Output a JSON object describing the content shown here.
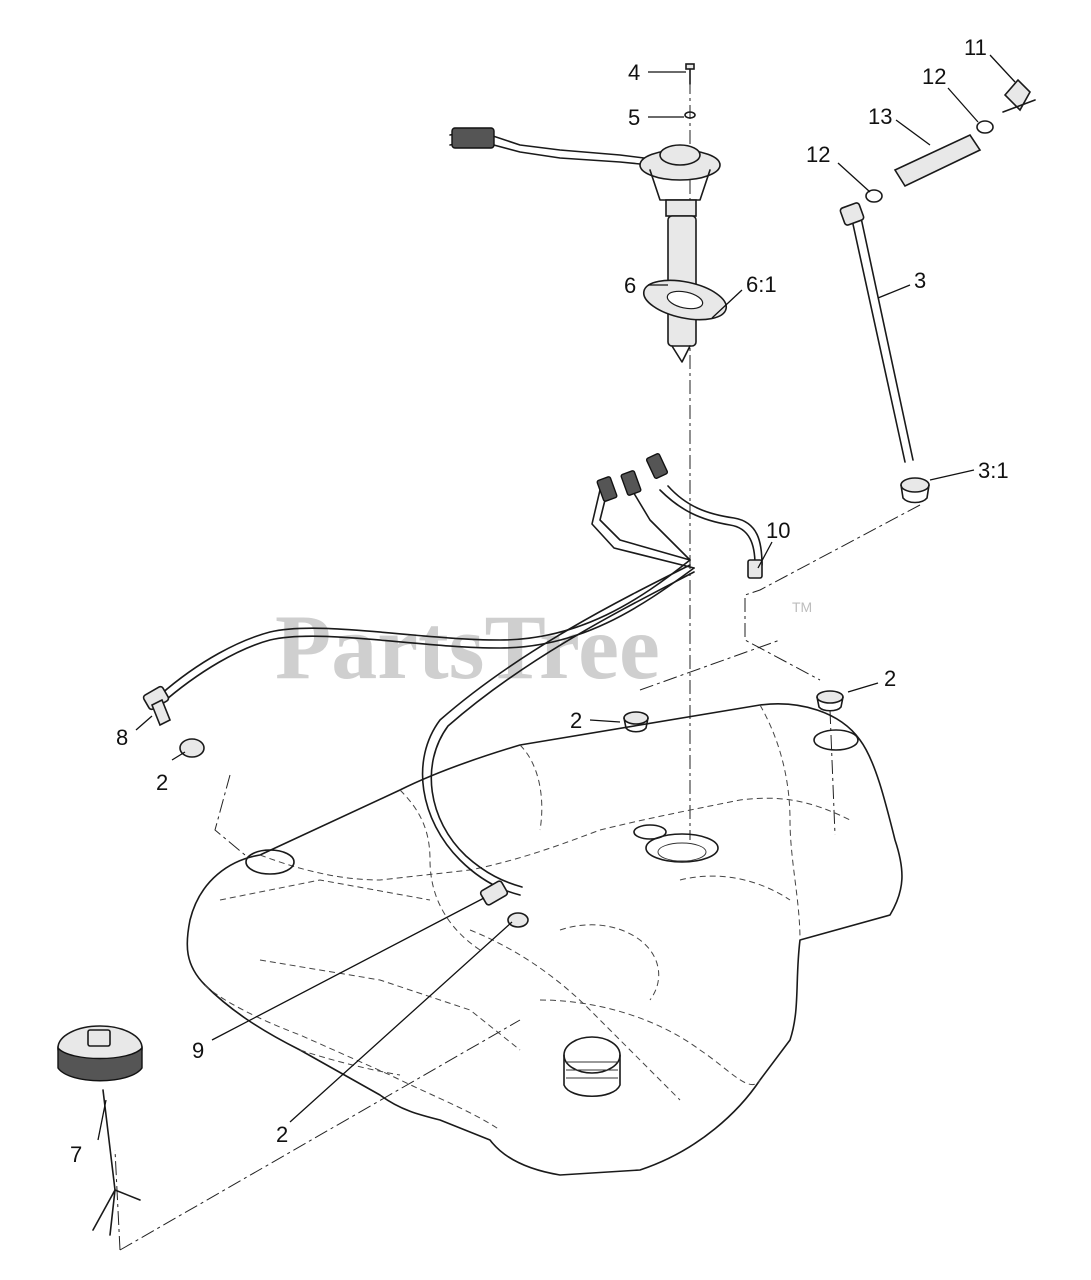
{
  "watermark": {
    "text": "PartsTree",
    "trademark": "TM"
  },
  "callouts": {
    "c4": "4",
    "c5": "5",
    "c11": "11",
    "c12a": "12",
    "c13": "13",
    "c12b": "12",
    "c6": "6",
    "c3": "3",
    "c61": "6:1",
    "c31": "3:1",
    "c10": "10",
    "c2a": "2",
    "c2b": "2",
    "c8": "8",
    "c2c": "2",
    "c9": "9",
    "c7": "7",
    "c2d": "2"
  }
}
